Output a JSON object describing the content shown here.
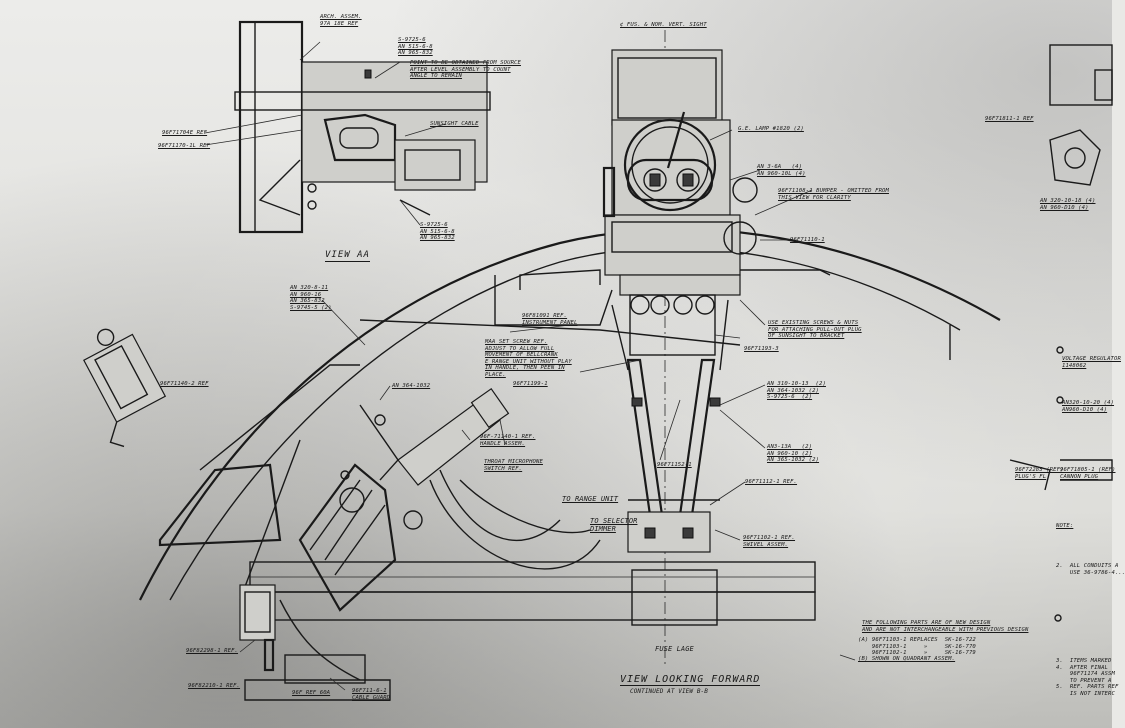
{
  "drawing": {
    "view_aa_title": "VIEW AA",
    "main_title": "VIEW LOOKING FORWARD",
    "continued": "CONTINUED AT VIEW B-B",
    "fuselage": "FUSE LAGE",
    "centerline": "¢ FUS. & NOM. VERT. SIGHT"
  },
  "labels": {
    "arch_assem": "ARCH. ASSEM.\n97A 18E REF",
    "bolts_top": "S-9725-6\nAN 515-6-8\nAN 965-832",
    "paint_note": "POINT TO BE OBTAINED FROM SOURCE\nAFTER LEVEL ASSEMBLY TO COUNT\nANGLE TO REMAIN",
    "sunsight_cable": "SUNSIGHT CABLE",
    "ref_a": "96F71704E REF",
    "ref_b": "96F71170-1L REF",
    "bolts_mid": "S-9725-6\nAN 515-6-8\nAN 965-832",
    "an_group_left": "AN 320-8-11\nAN 960-16\nAN 365-832\nS-9745-5 (2)",
    "left_assy": "96F71140-2 REF",
    "an364": "AN 364-1032",
    "set_screw": "MAA SET SCREW REF.\nADJUST TO ALLOW FULL\nMOVEMENT OF BELLCRANK\nE RANGE UNIT WITHOUT PLAY\nIN HANDLE, THEN PEEN IN\nPLACE.",
    "inst_panel": "96F81091 REF.\nINSTRUMENT PANEL",
    "part_96f71199": "96F71199-1",
    "handle_assem": "96F-71140-1 REF.\nHANDLE ASSEM.",
    "throat_mic": "THROAT MICROPHONE\nSWITCH REF.",
    "to_range": "TO RANGE UNIT",
    "to_selector": "TO SELECTOR\nDIMMER",
    "cable_guard": "96F711-6-1\nCABLE GUARD",
    "ref_bottom1": "96F82298-1 REF.",
    "ref_bottom2": "96F82210-1 REF.",
    "ref_bottom3": "96F REF 60A",
    "ge_lamp": "G.E. LAMP #1820 (2)",
    "an3_6a": "AN 3-6A   (4)\nAN 960-10L (4)",
    "bumper": "96F71108-1 BUMPER - OMITTED FROM\nTHIS VIEW FOR CLARITY",
    "part_96f71110": "96F71110-1",
    "use_existing": "USE EXISTING SCREWS & NUTS\nFOR ATTACHING PULL-OUT PLUG\nOF SUNSIGHT TO BRACKET",
    "part_96f71193": "96F71193-3",
    "an_hw_right": "AN 310-10-13  (2)\nAN 364-1032 (2)\nS-9725-6  (2)",
    "an3_13a": "AN3-13A   (2)\nAN 960-10 (2)\nAN 365-1032 (2)",
    "part_96f71152": "96F71152-1",
    "part_96f71112": "96F71112-1 REF.",
    "swivel_assem": "96F71102-1 REF.\nSWIVEL ASSEM.",
    "far_right_top": "96F71811-1 REF",
    "far_right_an": "AN 320-10-18 (4)\nAN 960-D10 (4)",
    "voltage": "VOLTAGE REGULATOR\n1148062",
    "right_an2": "AN320-10-20 (4)\nAN960-D10 (4)",
    "plug_fl": "96F72285 (REF)\nPLUG'S FL",
    "cannon_plug": "96F71805-1 (REF)\nCANNON PLUG",
    "note_head": "NOTE:",
    "note2": "2.  ALL CONDUITS A\n    USE 36-9786-4...",
    "note3": "3.  ITEMS MARKED\n4.  AFTER FINAL\n    96F71174 ASSM\n    TO PREVENT A\n5.  REF. PARTS REF\n    IS NOT INTERC",
    "following_parts": "THE FOLLOWING PARTS ARE OF NEW DESIGN\nAND ARE NOT INTERCHANGEABLE WITH PREVIOUS DESIGN",
    "replace_list": "(A) 96F71103-1 REPLACES  SK-16-722\n    96F71103-1     »     SK-16-770\n    96F71102-1     »     SK-16-779",
    "shown_on": "(B) SHOWN ON QUADRANT ASSEM."
  }
}
